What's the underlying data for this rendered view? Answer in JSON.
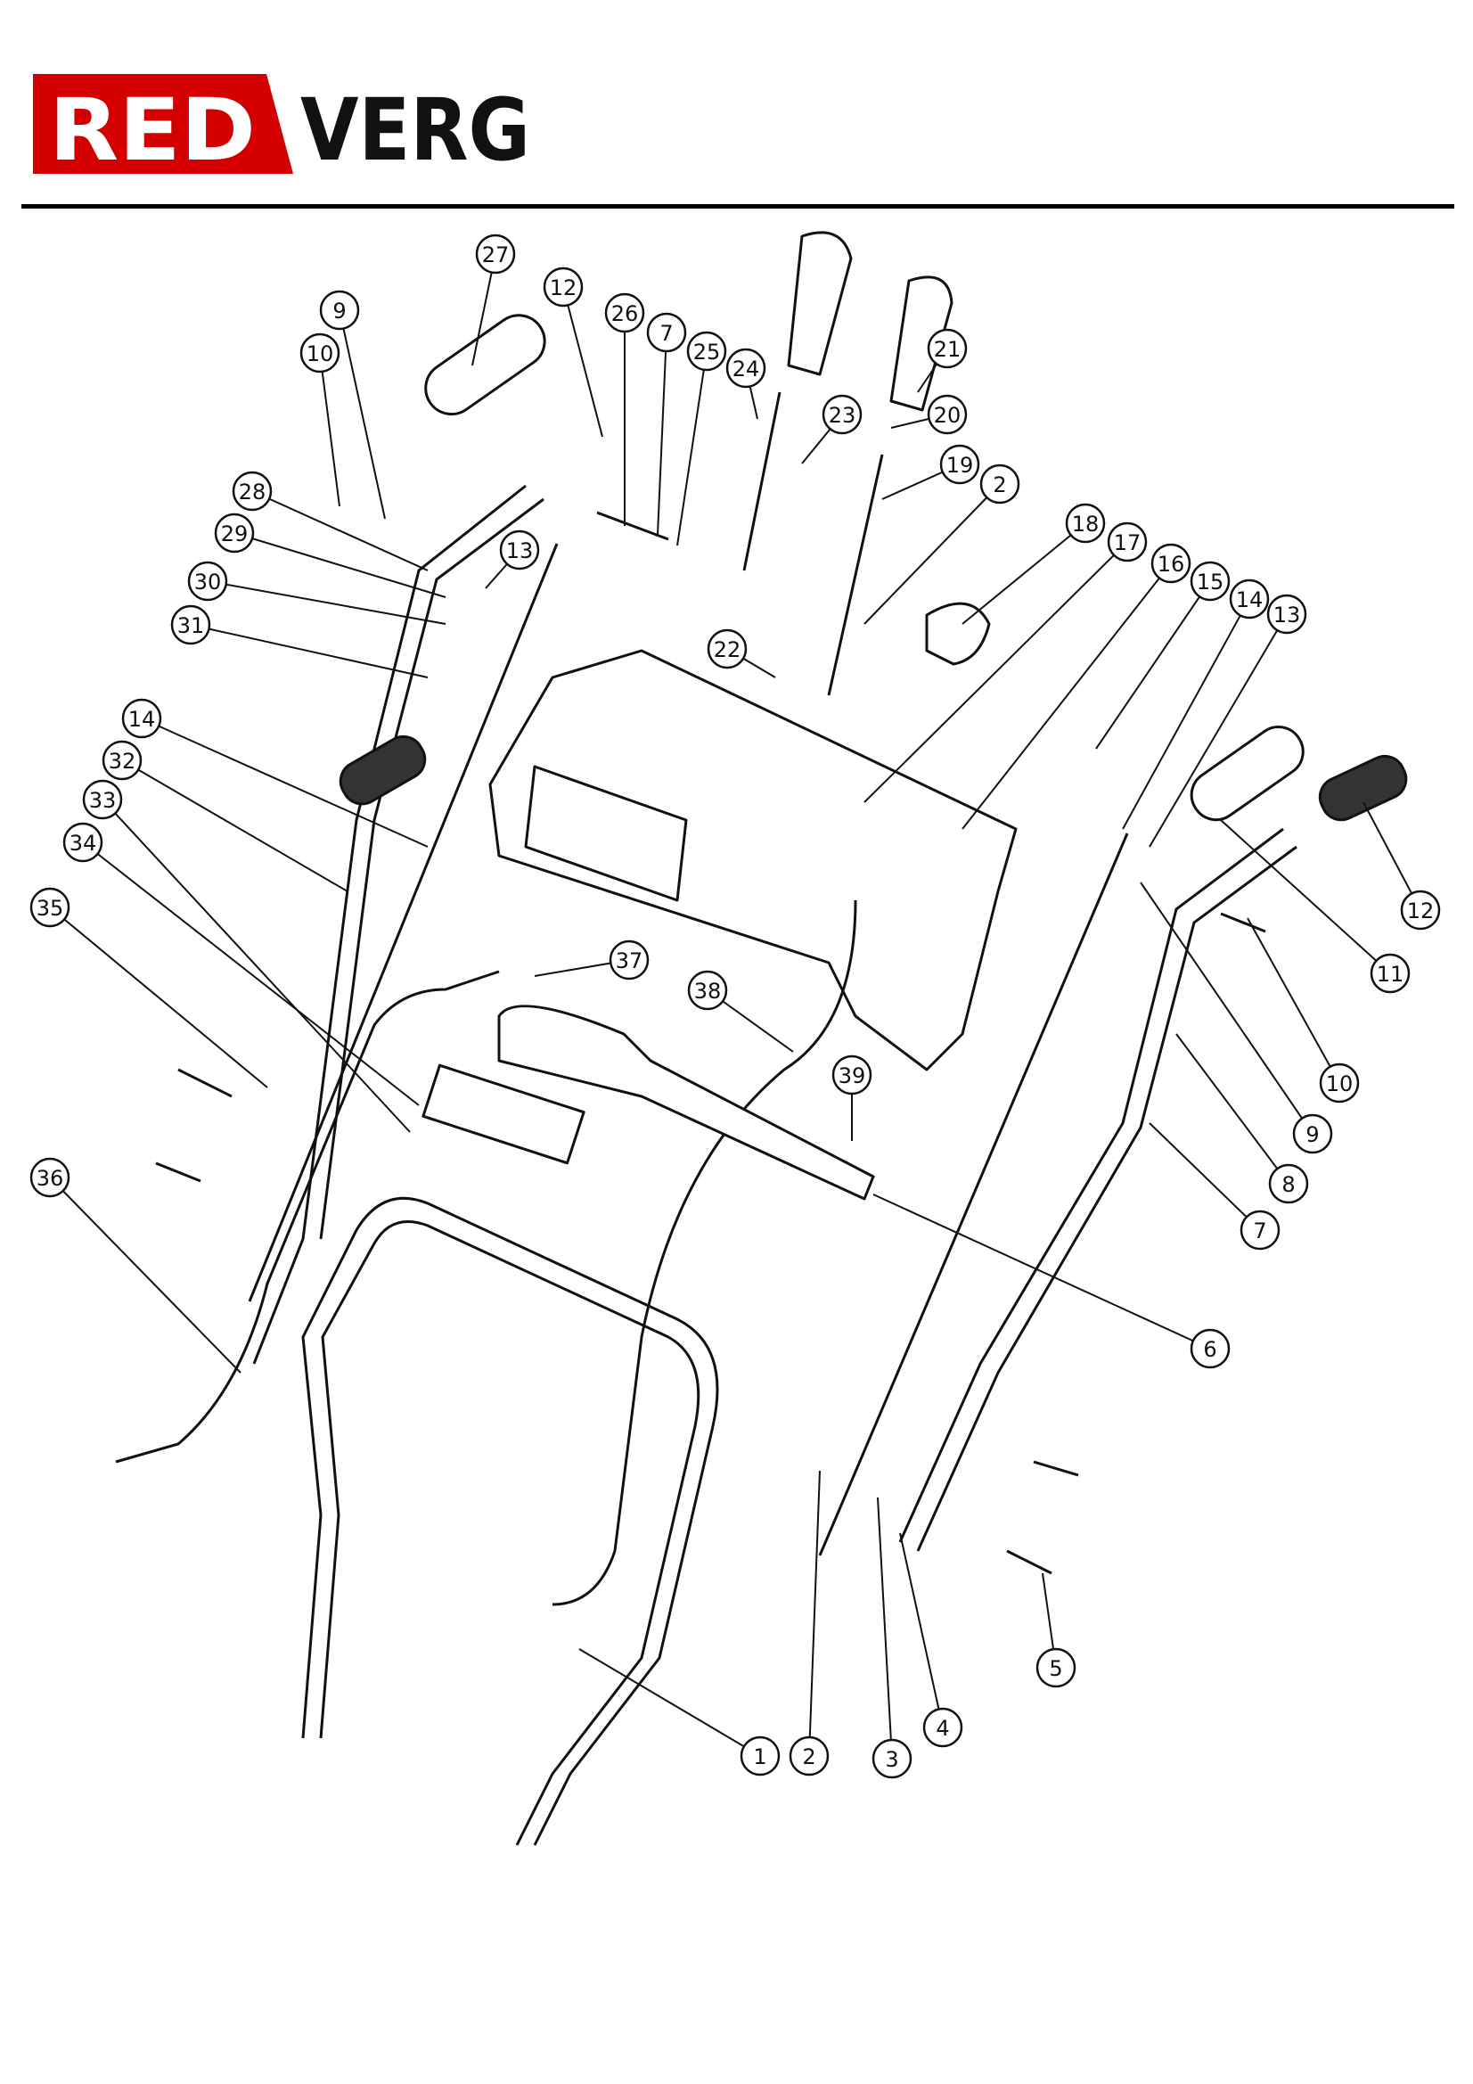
{
  "brand": {
    "red_part": "RED",
    "black_part": "VERG",
    "red_color": "#d40000",
    "text_color": "#111111"
  },
  "callouts": [
    "27",
    "12",
    "9",
    "10",
    "26",
    "7",
    "25",
    "24",
    "21",
    "23",
    "20",
    "19",
    "2",
    "28",
    "18",
    "17",
    "13",
    "29",
    "16",
    "15",
    "14",
    "13",
    "30",
    "31",
    "22",
    "14",
    "32",
    "33",
    "34",
    "35",
    "12",
    "11",
    "37",
    "38",
    "39",
    "10",
    "9",
    "8",
    "36",
    "7",
    "6",
    "5",
    "4",
    "1",
    "2",
    "3"
  ]
}
